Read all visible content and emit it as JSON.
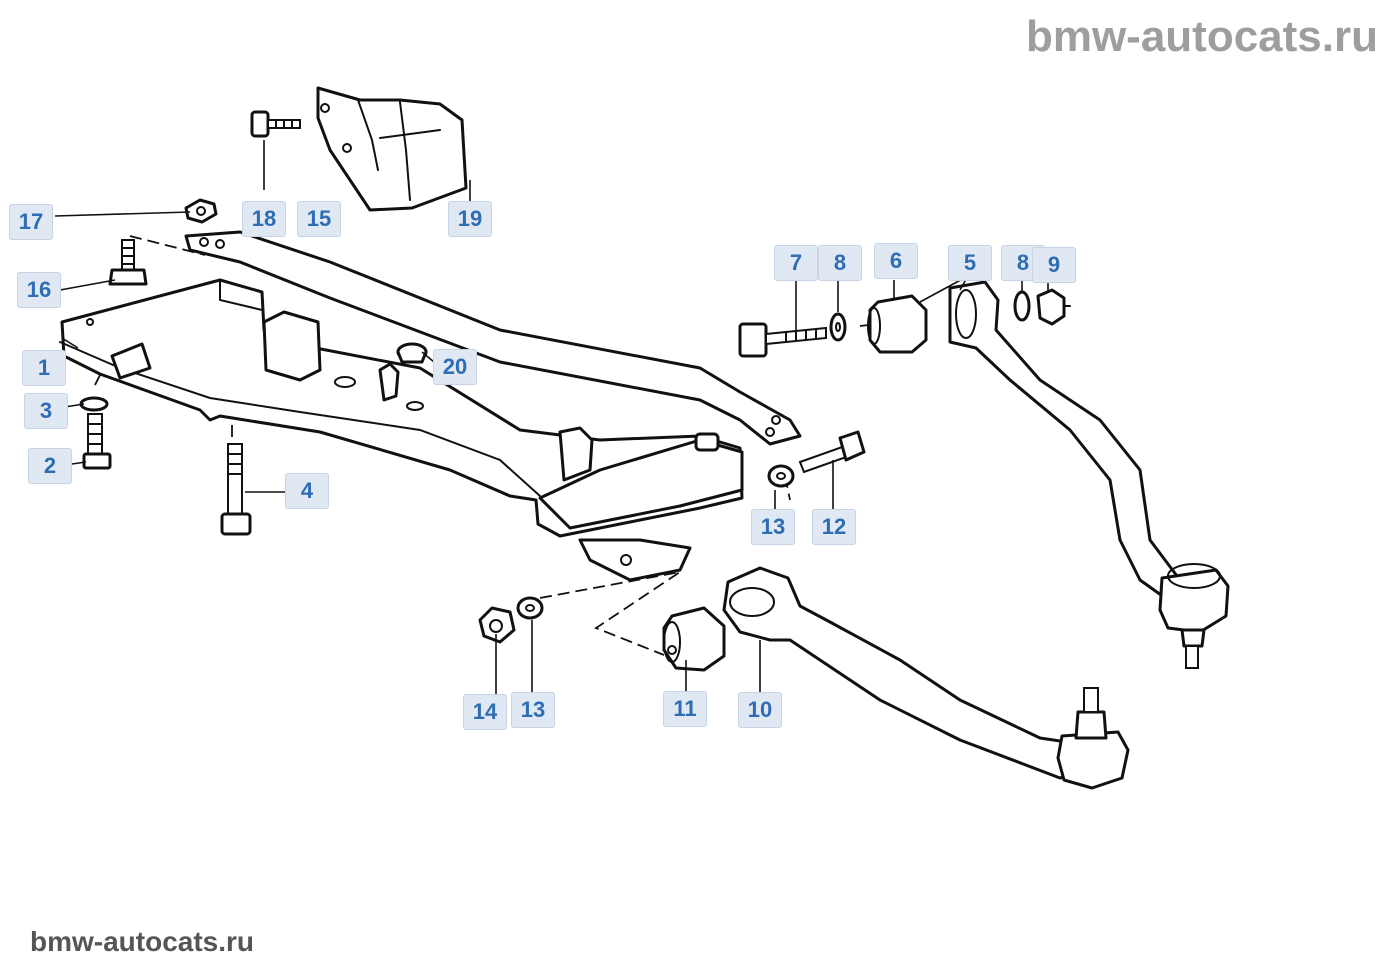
{
  "watermark": {
    "top": "bmw-autocats.ru",
    "bottom": "bmw-autocats.ru"
  },
  "labels": {
    "l1": "1",
    "l2": "2",
    "l3": "3",
    "l4": "4",
    "l5": "5",
    "l6": "6",
    "l7": "7",
    "l8a": "8",
    "l8b": "8",
    "l9": "9",
    "l10": "10",
    "l11": "11",
    "l12": "12",
    "l13a": "13",
    "l13b": "13",
    "l14": "14",
    "l15": "15",
    "l16": "16",
    "l17": "17",
    "l18": "18",
    "l19": "19",
    "l20": "20"
  },
  "colors": {
    "label_bg": "#dfe8f3",
    "label_text": "#2e6db4",
    "watermark": "#9e9e9e",
    "line": "#111111"
  }
}
